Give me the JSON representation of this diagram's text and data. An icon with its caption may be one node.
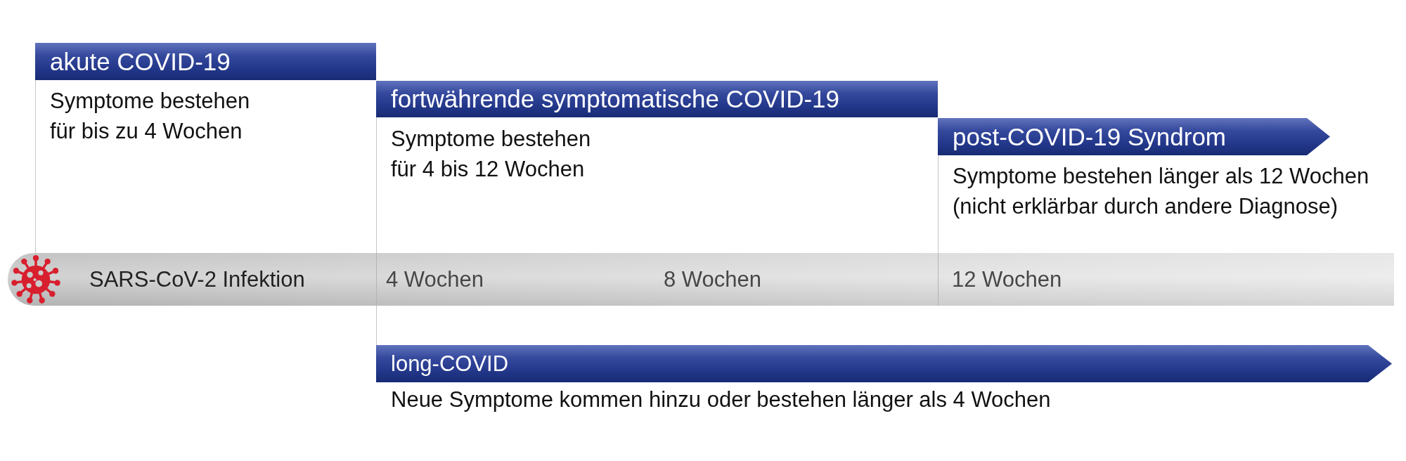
{
  "diagram": {
    "nodes": [
      {
        "text": [
          "akute COVID-19",
          "Symptome bestehen für bis zu 4 Wochen"
        ]
      },
      {
        "text": [
          "fortwährende symptomatische COVID-19",
          "Symptome bestehen für 4 bis 12 Wochen"
        ]
      },
      {
        "text": [
          "post-COVID-19 Syndrom",
          "Symptome bestehen länger als 12 Wochen (nicht erklärbar durch andere Diagnose)"
        ]
      },
      {
        "text": [
          "SARS-CoV-2 Infektion",
          "4 Wochen",
          "8 Wochen",
          "12 Wochen"
        ]
      },
      {
        "text": [
          "long-COVID",
          "Neue Symptome kommen hinzu oder bestehen länger als 4 Wochen"
        ]
      }
    ]
  }
}
